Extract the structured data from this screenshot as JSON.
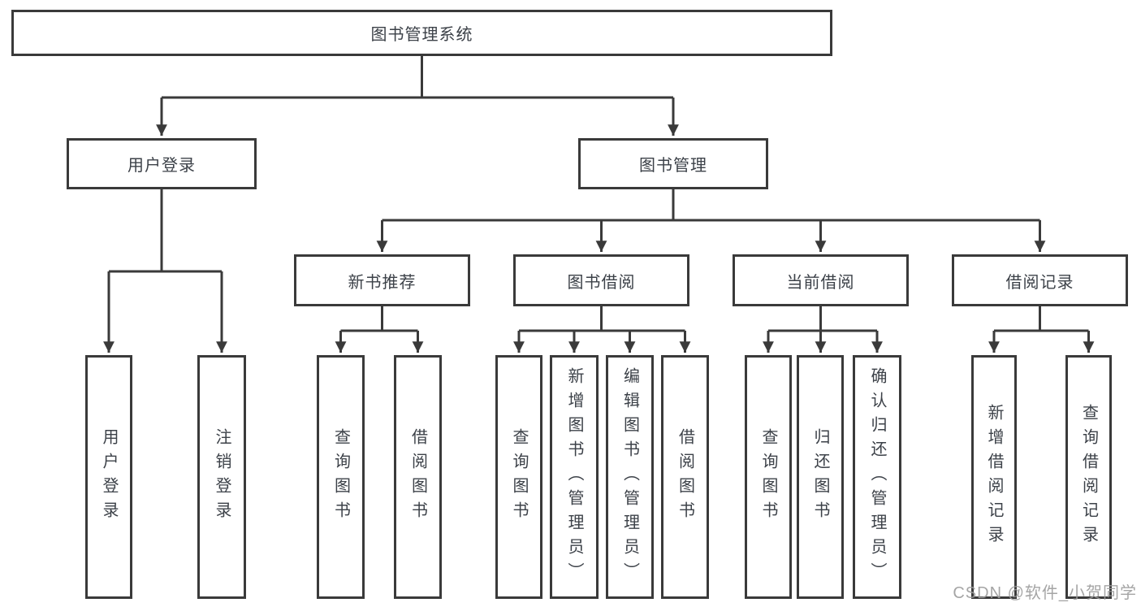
{
  "diagram": {
    "root": {
      "label": "图书管理系统"
    },
    "level2": [
      {
        "label": "用户登录"
      },
      {
        "label": "图书管理"
      }
    ],
    "level3": [
      {
        "label": "新书推荐"
      },
      {
        "label": "图书借阅"
      },
      {
        "label": "当前借阅"
      },
      {
        "label": "借阅记录"
      }
    ],
    "leaves": {
      "user_login": [
        {
          "label": "用户登录"
        },
        {
          "label": "注销登录"
        }
      ],
      "new_books": [
        {
          "label": "查询图书"
        },
        {
          "label": "借阅图书"
        }
      ],
      "book_borrowing": [
        {
          "label": "查询图书"
        },
        {
          "label": "新增图书（管理员）"
        },
        {
          "label": "编辑图书（管理员）"
        },
        {
          "label": "借阅图书"
        }
      ],
      "current_borrowing": [
        {
          "label": "查询图书"
        },
        {
          "label": "归还图书"
        },
        {
          "label": "确认归还（管理员）"
        }
      ],
      "borrow_records": [
        {
          "label": "新增借阅记录"
        },
        {
          "label": "查询借阅记录"
        }
      ]
    },
    "watermark": "CSDN @软件_小贺同学",
    "colors": {
      "line": "#3a3a3a",
      "box_border": "#3a3a3a",
      "text": "#3c4148",
      "watermark": "#9b9b9b",
      "background": "#ffffff"
    }
  }
}
